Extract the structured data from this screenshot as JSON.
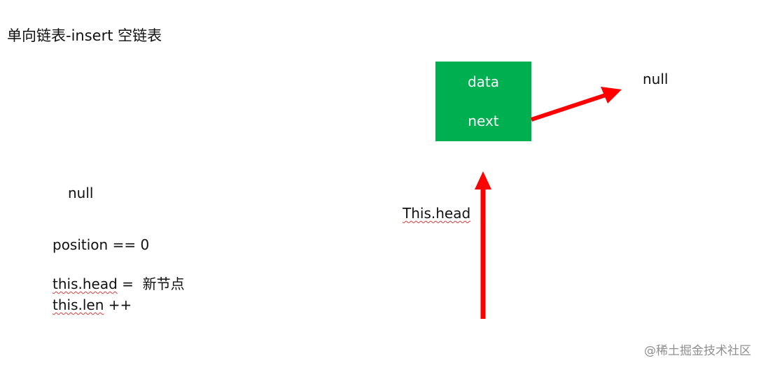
{
  "title": "单向链表-insert  空链表",
  "node": {
    "data_label": "data",
    "next_label": "next",
    "fill_color": "#00b050"
  },
  "next_target_label": "null",
  "empty_list_label": "null",
  "head_pointer_label": "This.head",
  "code": {
    "condition": "position == 0",
    "assign_keyword": "this.head",
    "assign_rest": " =  新节点",
    "len_keyword": "this.len",
    "len_rest": " ++"
  },
  "arrow_color": "#ff0000",
  "watermark": "@稀土掘金技术社区"
}
